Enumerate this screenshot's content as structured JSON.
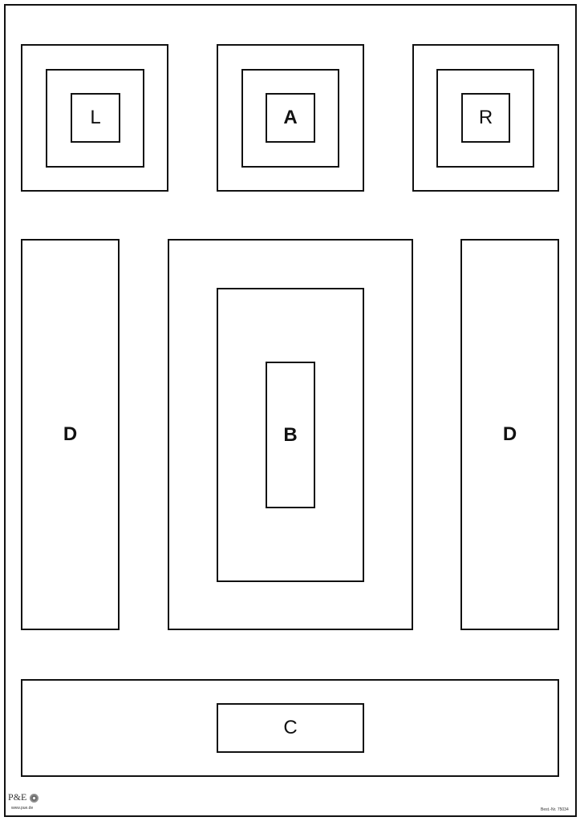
{
  "targets": {
    "top_left": "L",
    "top_center": "A",
    "top_right": "R",
    "left": "D",
    "center": "B",
    "right": "D",
    "bottom": "C"
  },
  "footer": {
    "logo_text": "P&E",
    "website": "www.pue.de",
    "order_number": "Best.-Nr. 75034"
  }
}
